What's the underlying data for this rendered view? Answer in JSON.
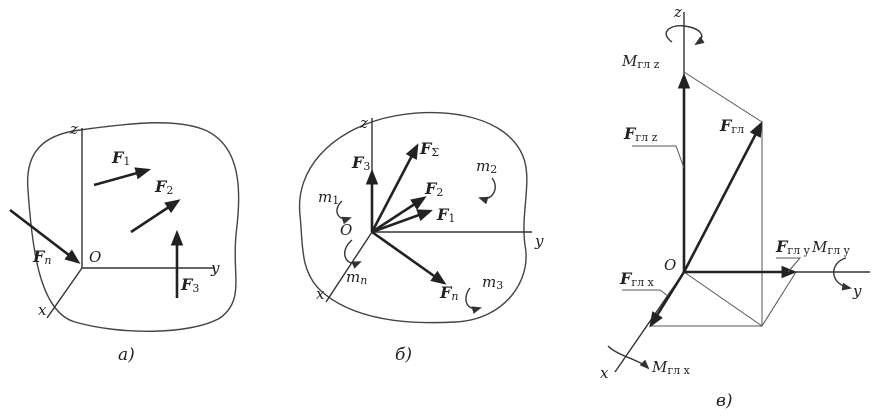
{
  "panel_a": {
    "caption": "а)",
    "labels": {
      "z": "z",
      "y": "y",
      "x": "x",
      "O": "O"
    },
    "forces": {
      "f1": "F",
      "f1_sub": "1",
      "f2": "F",
      "f2_sub": "2",
      "f3": "F",
      "f3_sub": "3",
      "fn": "F",
      "fn_sub": "n"
    }
  },
  "panel_b": {
    "caption": "б)",
    "labels": {
      "z": "z",
      "y": "y",
      "x": "x",
      "O": "O"
    },
    "forces": {
      "f3": "F",
      "f3_sub": "3",
      "fsum": "F",
      "fsum_sub": "Σ",
      "f2": "F",
      "f2_sub": "2",
      "f1": "F",
      "f1_sub": "1",
      "fn": "F",
      "fn_sub": "n"
    },
    "moments": {
      "m1": "m",
      "m1_sub": "1",
      "m2": "m",
      "m2_sub": "2",
      "m3": "m",
      "m3_sub": "3",
      "mn": "m",
      "mn_sub": "n"
    }
  },
  "panel_c": {
    "caption": "в)",
    "labels": {
      "z": "z",
      "y": "y",
      "x": "x",
      "O": "O"
    },
    "vectors": {
      "fgl": "F",
      "fgl_sub": "гл",
      "fglz": "F",
      "fglz_sub": "гл z",
      "fgly": "F",
      "fgly_sub": "гл y",
      "fglx": "F",
      "fglx_sub": "гл x"
    },
    "moments": {
      "mglz": "M",
      "mglz_sub": "гл z",
      "mgly": "M",
      "mgly_sub": "гл y",
      "mglx": "M",
      "mglx_sub": "гл x"
    }
  }
}
